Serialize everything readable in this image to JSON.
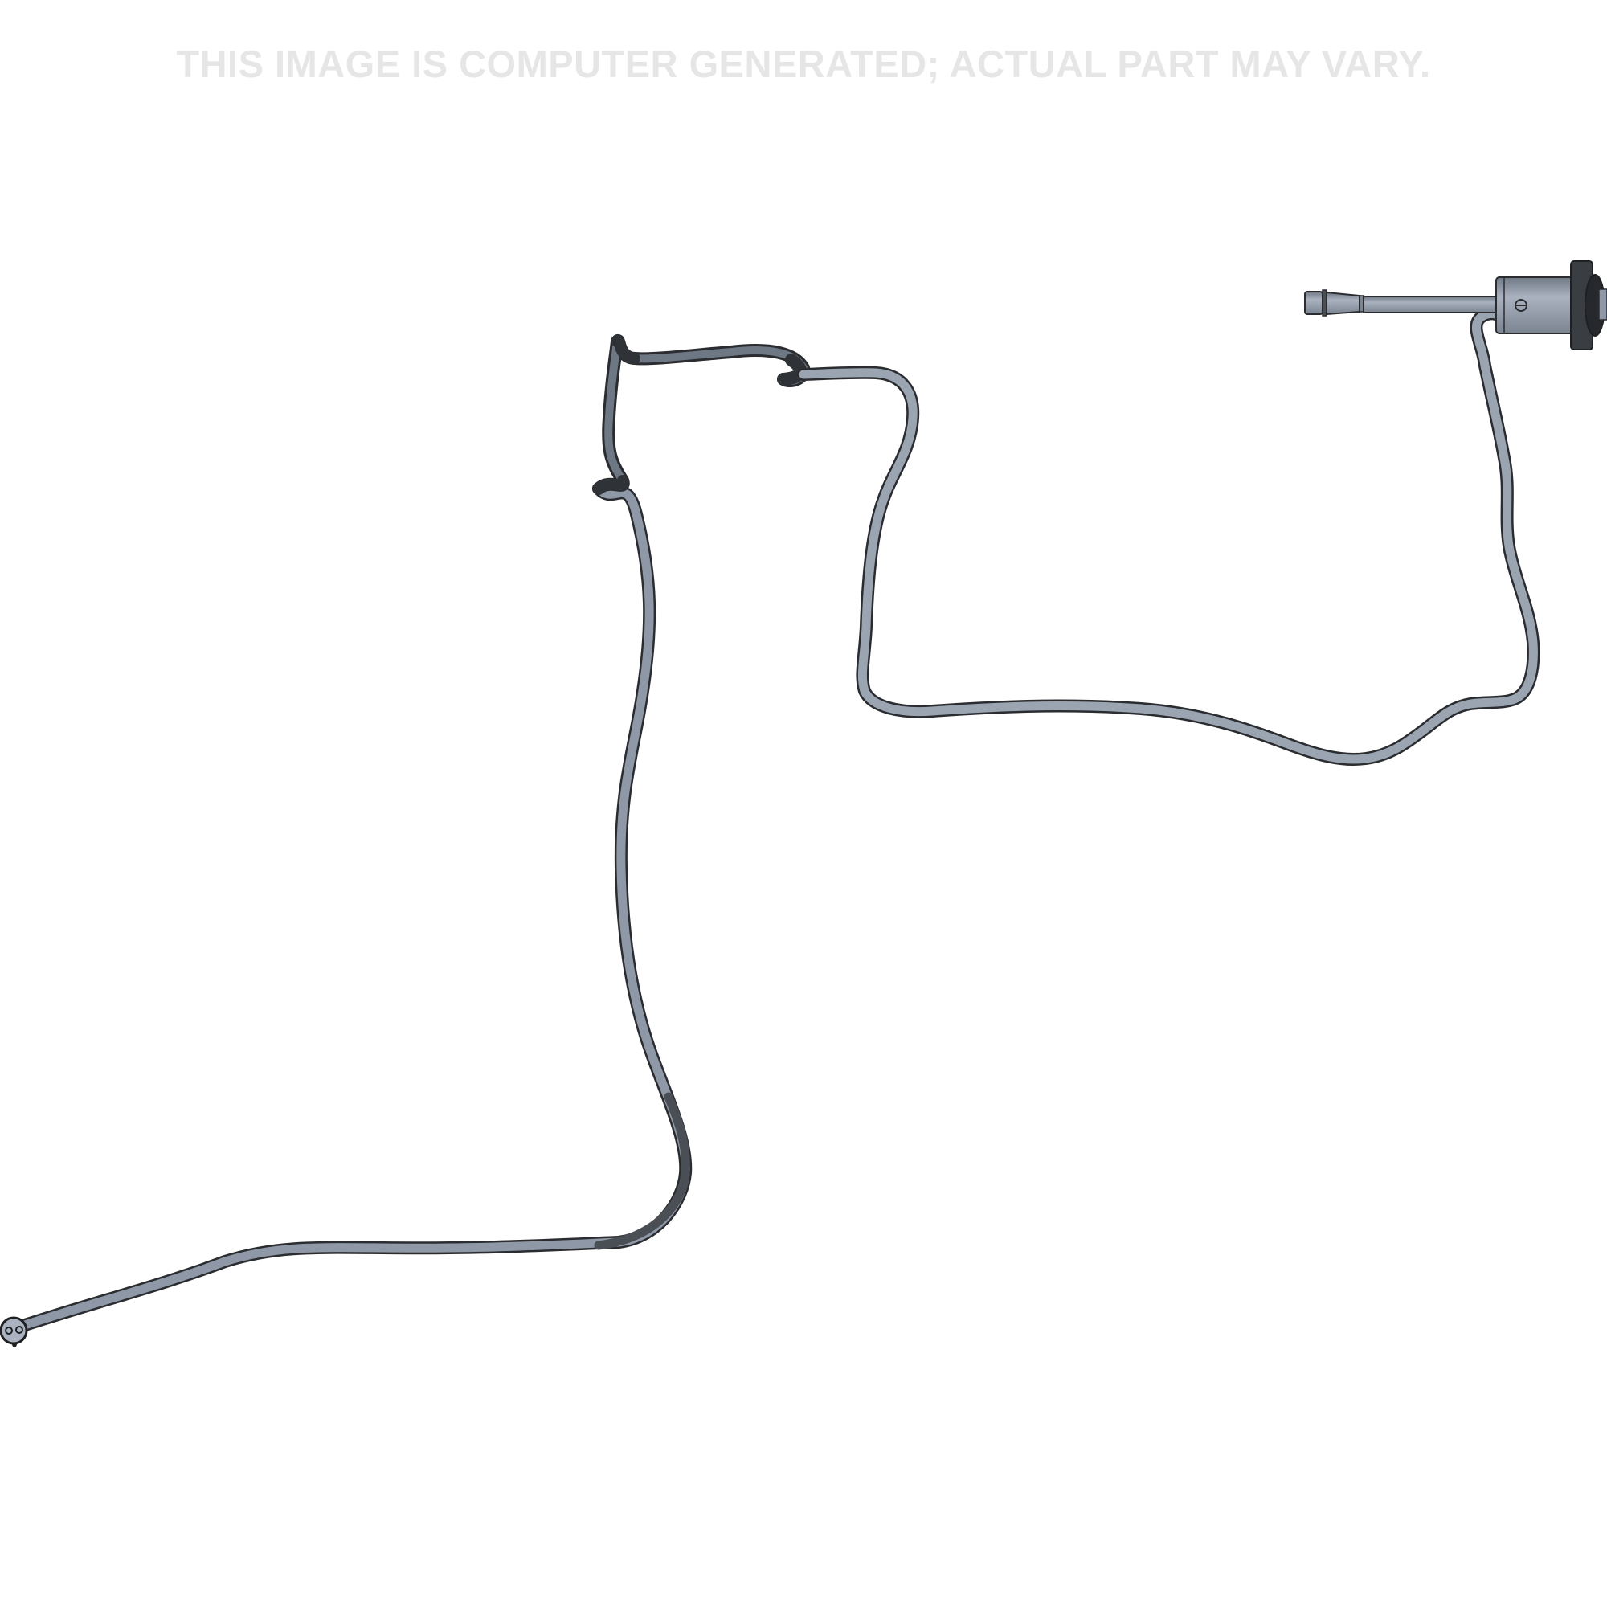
{
  "disclaimer": {
    "text": "THIS IMAGE IS COMPUTER GENERATED; ACTUAL PART MAY VARY.",
    "color": "#e6e6e6"
  },
  "part": {
    "description": "Brake pad wear sensor cable assembly (CAD render)",
    "cable_color": "#8e98a6",
    "cable_dark_color": "#3a3d42",
    "outline_color": "#2a2c30",
    "components": [
      {
        "name": "connector-plug",
        "location": "top-right"
      },
      {
        "name": "grommet-housing",
        "location": "top-right"
      },
      {
        "name": "sensor-probe",
        "location": "bottom-left"
      },
      {
        "name": "cable",
        "location": "full route"
      }
    ]
  }
}
